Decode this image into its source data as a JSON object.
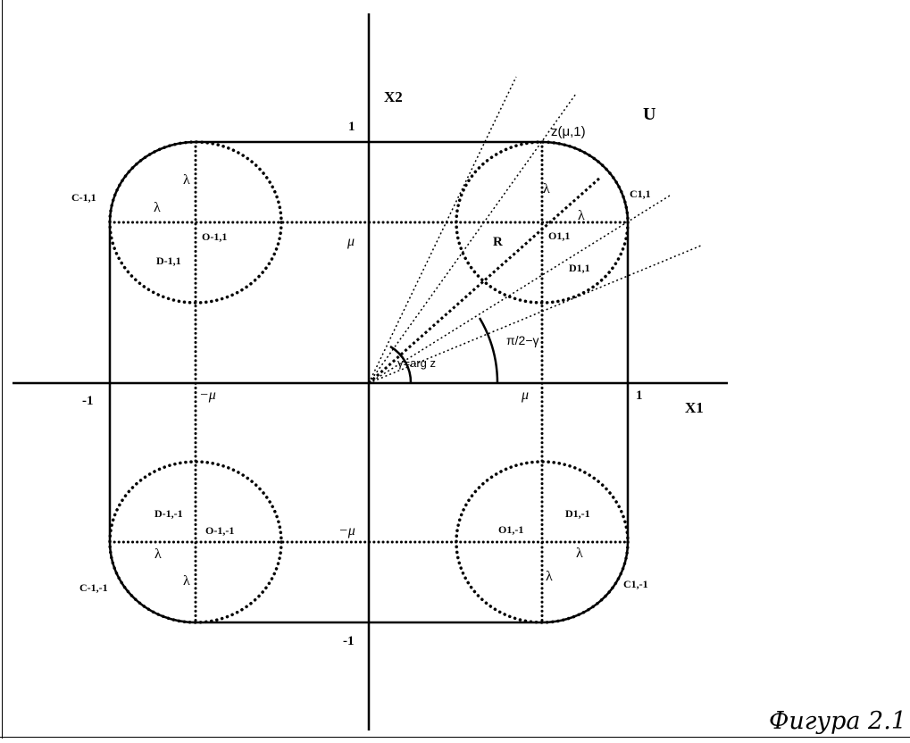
{
  "caption": "Фигура 2.1",
  "labels": {
    "x1": "X1",
    "x2": "X2",
    "U": "U",
    "one_x": "1",
    "one_y": "1",
    "minus_one_x": "-1",
    "minus_one_y": "-1",
    "mu_x": "μ",
    "minus_mu_x": "−μ",
    "mu_y": "μ",
    "minus_mu_y": "−μ",
    "z_point": "z(μ,1)",
    "R": "R",
    "gamma": "γ=arg z",
    "pi_gamma": "π/2−γ",
    "c_tr": "C1,1",
    "c_tl": "C-1,1",
    "c_bl": "C-1,-1",
    "c_br": "C1,-1",
    "o_tr": "O1,1",
    "o_tl": "O-1,1",
    "o_bl": "O-1,-1",
    "o_br": "O1,-1",
    "d_tr": "D1,1",
    "d_tl": "D-1,1",
    "d_bl": "D-1,-1",
    "d_br": "D1,-1",
    "lambda": "λ"
  }
}
